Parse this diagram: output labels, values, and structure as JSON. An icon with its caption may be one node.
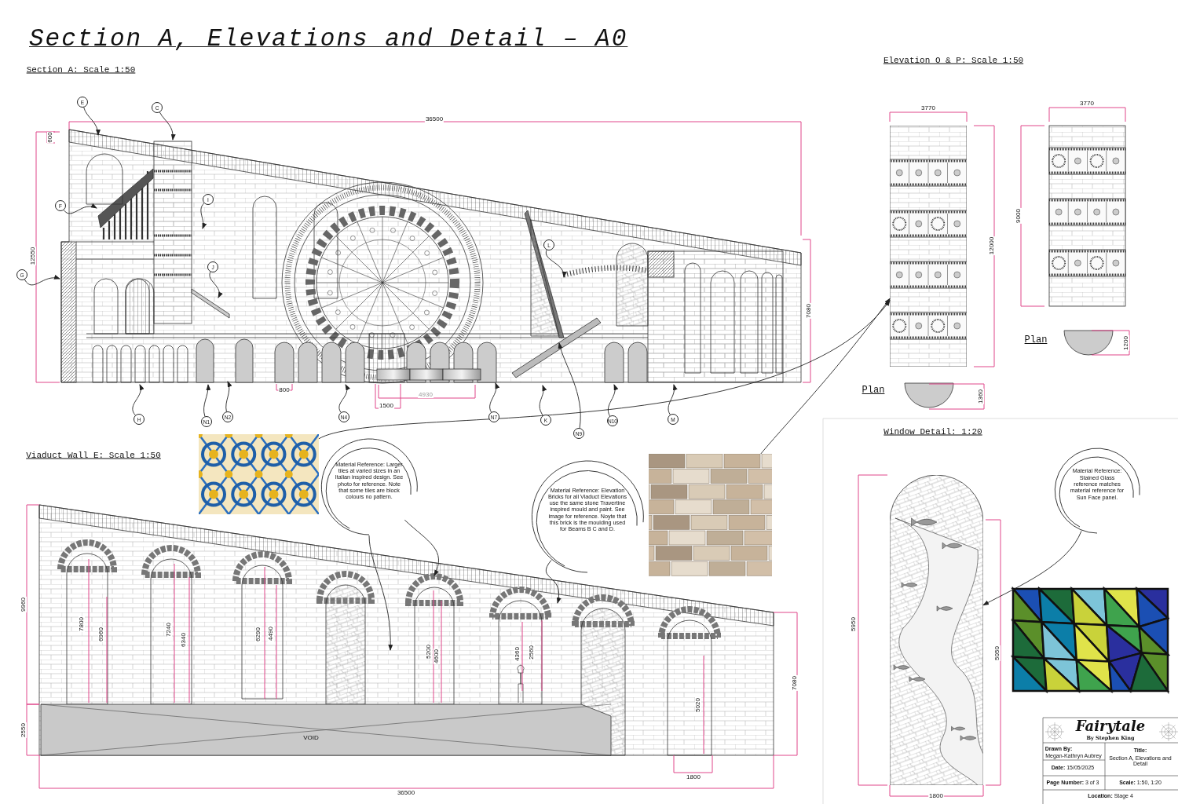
{
  "diagram": {
    "title": "Section A, Elevations and Detail – A0",
    "nodes": [
      {
        "text": [
          "E"
        ]
      },
      {
        "text": [
          "C"
        ]
      },
      {
        "text": [
          "F"
        ]
      },
      {
        "text": [
          "I"
        ]
      },
      {
        "text": [
          "G"
        ]
      },
      {
        "text": [
          "J"
        ]
      },
      {
        "text": [
          "L"
        ]
      },
      {
        "text": [
          "H"
        ]
      },
      {
        "text": [
          "N1"
        ]
      },
      {
        "text": [
          "N2"
        ]
      },
      {
        "text": [
          "N4"
        ]
      },
      {
        "text": [
          "N7"
        ]
      },
      {
        "text": [
          "K"
        ]
      },
      {
        "text": [
          "N9"
        ]
      },
      {
        "text": [
          "N10"
        ]
      },
      {
        "text": [
          "M"
        ]
      },
      {
        "text": [],
        "shape": "picture"
      },
      {
        "text": [
          "Material Reference: Larger tiles at varied sizes in an Italian inspired design. See photo for reference. Note that some tiles are block colours no pattern."
        ]
      },
      {
        "text": [
          "Material Reference: Elevation Bricks for all Viaduct Elevations use the same stone Travertine inspired mould and paint. See image for reference. Noyte that this brick is the moulding used for Beams B C and D."
        ]
      },
      {
        "text": [],
        "shape": "picture"
      },
      {
        "text": [
          "Material Reference: Stained Glass reference matches material reference for Sun Face panel."
        ]
      },
      {
        "text": [],
        "shape": "picture"
      },
      {
        "text": [],
        "shape": "picture"
      }
    ],
    "edges": [
      {
        "from": 0,
        "to": null,
        "arrow": "to"
      },
      {
        "from": 1,
        "to": null,
        "arrow": "to"
      },
      {
        "from": 2,
        "to": null,
        "arrow": "to"
      },
      {
        "from": 3,
        "to": null,
        "arrow": "to"
      },
      {
        "from": 4,
        "to": null,
        "arrow": "to"
      },
      {
        "from": 5,
        "to": null,
        "arrow": "to"
      },
      {
        "from": 6,
        "to": null,
        "arrow": "to"
      },
      {
        "from": 7,
        "to": null,
        "arrow": "to"
      },
      {
        "from": 8,
        "to": null,
        "arrow": "to"
      },
      {
        "from": 9,
        "to": null,
        "arrow": "to"
      },
      {
        "from": 10,
        "to": null,
        "arrow": "to"
      },
      {
        "from": 11,
        "to": null,
        "arrow": "to"
      },
      {
        "from": 12,
        "to": null,
        "arrow": "to"
      },
      {
        "from": 13,
        "to": null,
        "arrow": "to"
      },
      {
        "from": 14,
        "to": null,
        "arrow": "to"
      },
      {
        "from": 15,
        "to": null,
        "arrow": "to"
      },
      {
        "from": 16,
        "to": 21,
        "arrow": "to"
      },
      {
        "from": 17,
        "to": null,
        "arrow": "to"
      },
      {
        "from": 17,
        "to": null,
        "arrow": "to"
      },
      {
        "from": 18,
        "to": null,
        "arrow": "to"
      },
      {
        "from": 19,
        "to": 21,
        "arrow": "to"
      },
      {
        "from": 20,
        "to": 22,
        "arrow": "to"
      }
    ],
    "labels": [
      "Section A: Scale 1:50",
      "Elevation O & P: Scale 1:50",
      "36500",
      "3770",
      "3770",
      "600",
      "12550",
      "12000",
      "9000",
      "7080",
      "Plan",
      "1200",
      "800",
      "1500",
      "4930",
      "Plan",
      "1360",
      "Window Detail: 1:20",
      "Viaduct Wall E: Scale 1:50",
      "9960",
      "7800",
      "6960",
      "7240",
      "6340",
      "6290",
      "4490",
      "5200",
      "4600",
      "4360",
      "2560",
      "5950",
      "5050",
      "5020",
      "7080",
      "2550",
      "VOID",
      "1800",
      "36500",
      "1800",
      "Fairytale",
      "By Stephen King",
      "Drawn By:",
      "Megan-Kathryn Aubrey",
      "Title:",
      "Section A, Elevations and Detail",
      "**Date:** 15/05/2025",
      "**Page Number:** 3 of 3",
      "**Scale:** 1:50, 1:20",
      "**Location:** Stage 4"
    ]
  }
}
